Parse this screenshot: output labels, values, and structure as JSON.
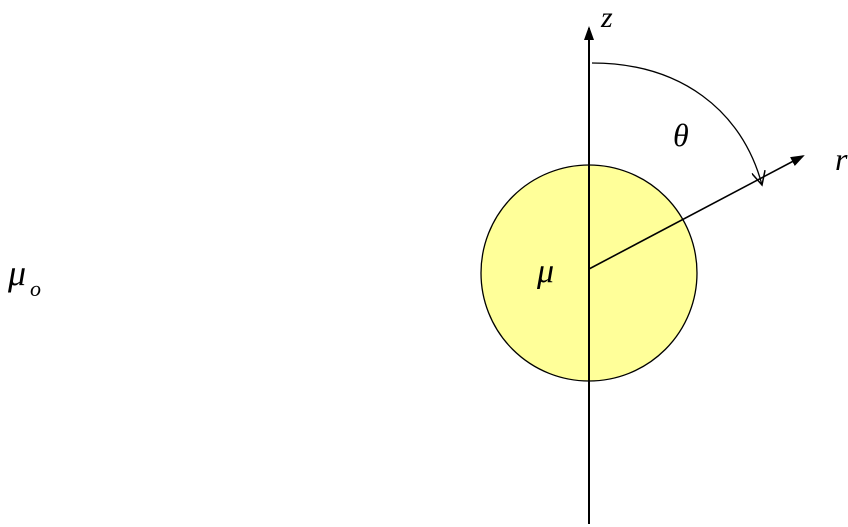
{
  "diagram": {
    "outer_medium": {
      "symbol": "μ",
      "subscript": "o"
    },
    "sphere": {
      "symbol": "μ",
      "fill_color": "#ffff99",
      "stroke_color": "#000000"
    },
    "axis": {
      "label": "z"
    },
    "radial_vector": {
      "label": "r"
    },
    "angle": {
      "label": "θ"
    }
  }
}
